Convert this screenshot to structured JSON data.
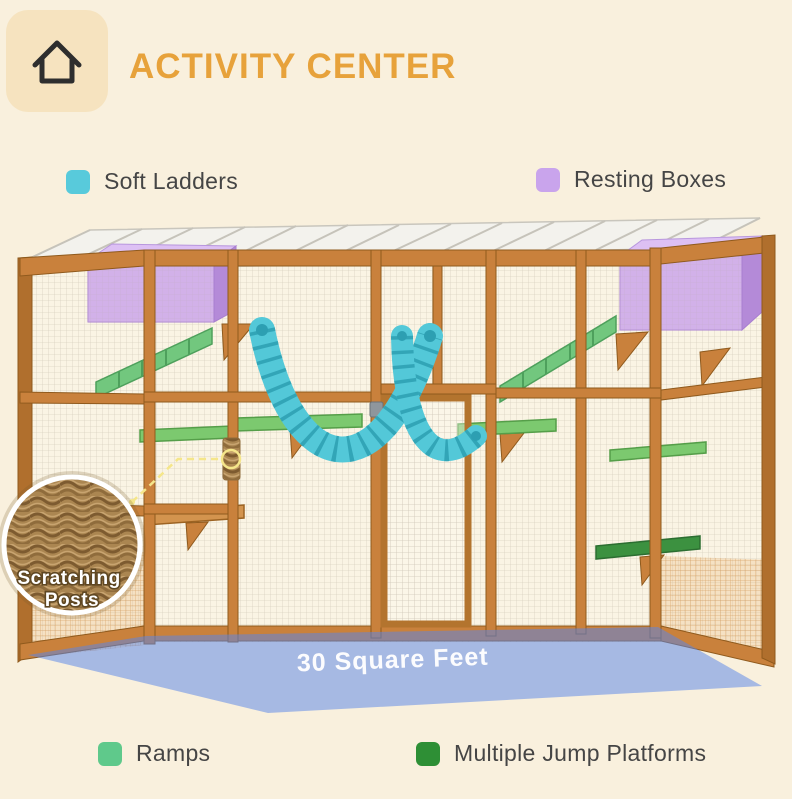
{
  "header": {
    "title": "ACTIVITY CENTER"
  },
  "icons": {
    "home": "house-outline"
  },
  "legend": {
    "soft_ladders": {
      "label": "Soft Ladders",
      "color": "#58cadb"
    },
    "resting_boxes": {
      "label": "Resting Boxes",
      "color": "#c9a4ec"
    },
    "ramps": {
      "label": "Ramps",
      "color": "#5fc98b"
    },
    "jump_platforms": {
      "label": "Multiple Jump Platforms",
      "color": "#2e8f35"
    }
  },
  "floor": {
    "label": "30 Square Feet",
    "color": "#5b86e8"
  },
  "inset": {
    "lines": [
      "Scratching",
      "Posts"
    ]
  },
  "colors": {
    "background": "#f9f0dd",
    "title": "#e7a23b",
    "wood_frame": "#c9813c",
    "soft_ladder": "#53c8d8",
    "resting_box": "#c9a2e8",
    "ramp": "#72c77e",
    "jump_platform": "#3c9140",
    "floor": "#5b86e8"
  }
}
